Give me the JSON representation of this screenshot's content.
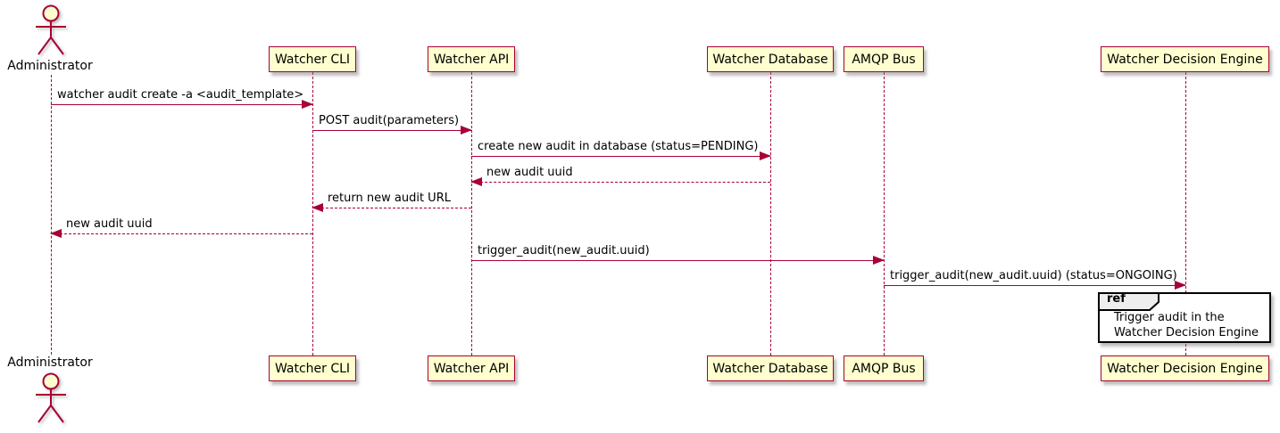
{
  "diagram": {
    "type": "sequence",
    "actor": {
      "name": "Administrator"
    },
    "participants": [
      {
        "label": "Watcher CLI"
      },
      {
        "label": "Watcher API"
      },
      {
        "label": "Watcher Database"
      },
      {
        "label": "AMQP Bus"
      },
      {
        "label": "Watcher Decision Engine"
      }
    ],
    "messages": [
      {
        "from": "Administrator",
        "to": "Watcher CLI",
        "label": "watcher audit create -a <audit_template>",
        "line": "solid",
        "direction": "right"
      },
      {
        "from": "Watcher CLI",
        "to": "Watcher API",
        "label": "POST audit(parameters)",
        "line": "solid",
        "direction": "right"
      },
      {
        "from": "Watcher API",
        "to": "Watcher Database",
        "label": "create new audit in database (status=PENDING)",
        "line": "solid",
        "direction": "right"
      },
      {
        "from": "Watcher Database",
        "to": "Watcher API",
        "label": "new audit uuid",
        "line": "dashed",
        "direction": "left"
      },
      {
        "from": "Watcher API",
        "to": "Watcher CLI",
        "label": "return new audit URL",
        "line": "dashed",
        "direction": "left"
      },
      {
        "from": "Watcher CLI",
        "to": "Administrator",
        "label": "new audit uuid",
        "line": "dashed",
        "direction": "left"
      },
      {
        "from": "Watcher API",
        "to": "AMQP Bus",
        "label": "trigger_audit(new_audit.uuid)",
        "line": "solid",
        "direction": "right"
      },
      {
        "from": "AMQP Bus",
        "to": "Watcher Decision Engine",
        "label": "trigger_audit(new_audit.uuid) (status=ONGOING)",
        "line": "solid",
        "direction": "right"
      }
    ],
    "ref": {
      "keyword": "ref",
      "lines": [
        "Trigger audit in the",
        "Watcher Decision Engine"
      ]
    },
    "colors": {
      "participant_fill": "#FEFECE",
      "stroke": "#A80036",
      "text": "#000000",
      "ref_border": "#000000",
      "ref_header_fill": "#EEEEEE"
    }
  }
}
